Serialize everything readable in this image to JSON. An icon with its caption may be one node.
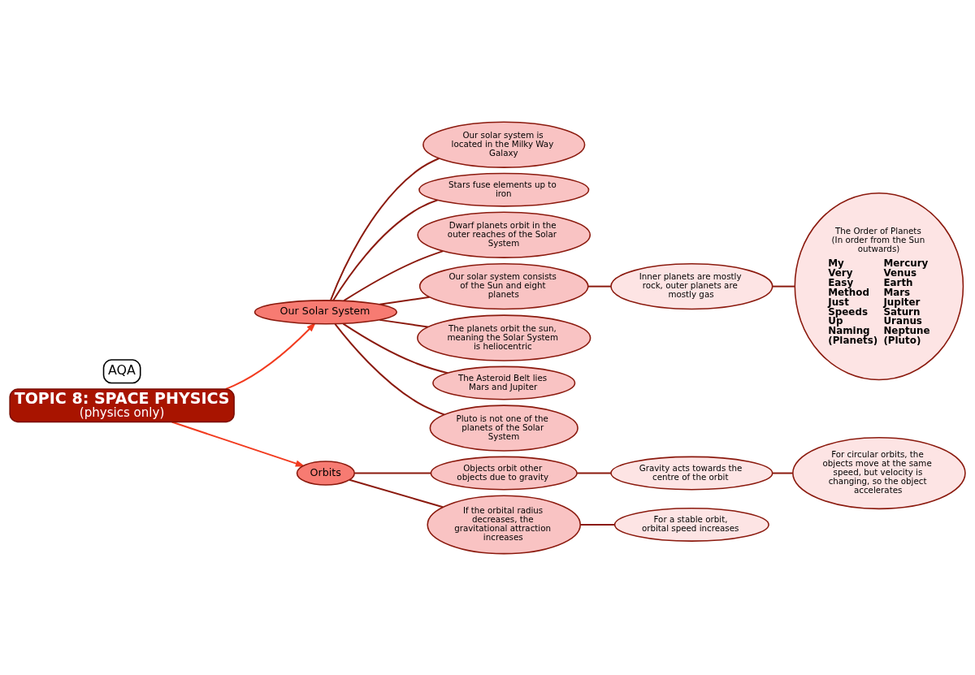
{
  "diagram": {
    "nodes": [
      {
        "text": [
          "TOPIC 8: SPACE PHYSICS",
          "(physics only)"
        ]
      },
      {
        "text": [
          "Our Solar System"
        ]
      },
      {
        "text": [
          "Our solar system is located in the Milky Way Galaxy"
        ]
      },
      {
        "text": [
          "Stars fuse elements up to iron"
        ]
      },
      {
        "text": [
          "Dwarf planets orbit in the outer reaches of the Solar System"
        ]
      },
      {
        "text": [
          "Our solar system consists of the Sun and eight planets"
        ]
      },
      {
        "text": [
          "Inner planets are mostly rock, outer planets are mostly gas"
        ]
      },
      {
        "text": [
          "The Order of Planets (In order from the Sun outwards)",
          "My Very Easy Method Just Speeds Up Naming (Planets)",
          "Mercury Venus Earth Mars Jupiter Saturn Uranus Neptune (Pluto)"
        ]
      },
      {
        "text": [
          "The planets orbit the sun, meaning the Solar System is heliocentric"
        ]
      },
      {
        "text": [
          "The Asteroid Belt lies Mars and Jupiter"
        ]
      },
      {
        "text": [
          "Pluto is not one of the planets of the Solar System"
        ]
      },
      {
        "text": [
          "Orbits"
        ]
      },
      {
        "text": [
          "Objects orbit other objects due to gravity"
        ]
      },
      {
        "text": [
          "If the orbital radius decreases, the gravitational attraction increases"
        ]
      },
      {
        "text": [
          "For circular orbits, the objects move at the same speed, but velocity is changing, so the object accelerates"
        ]
      },
      {
        "text": [
          "Gravity acts towards the centre of the orbit"
        ]
      },
      {
        "text": [
          "For a stable orbit, orbital speed increases"
        ]
      },
      {
        "text": [
          "AQA"
        ]
      }
    ],
    "edges": [
      {
        "from": 0,
        "to": 1,
        "arrow": "to",
        "color": "#f23b1f"
      },
      {
        "from": 1,
        "to": 2,
        "arrow": "none"
      },
      {
        "from": 1,
        "to": 3,
        "arrow": "none"
      },
      {
        "from": 1,
        "to": 4,
        "arrow": "none"
      },
      {
        "from": 1,
        "to": 5,
        "arrow": "none"
      },
      {
        "from": 5,
        "to": 6,
        "arrow": "none"
      },
      {
        "from": 6,
        "to": 7,
        "arrow": "none"
      },
      {
        "from": 1,
        "to": 8,
        "arrow": "none"
      },
      {
        "from": 1,
        "to": 9,
        "arrow": "none"
      },
      {
        "from": 1,
        "to": 10,
        "arrow": "none"
      },
      {
        "from": 0,
        "to": 11,
        "arrow": "to",
        "color": "#f23b1f"
      },
      {
        "from": 11,
        "to": 12,
        "arrow": "none"
      },
      {
        "from": 11,
        "to": 13,
        "arrow": "none"
      },
      {
        "from": 12,
        "to": 15,
        "arrow": "none"
      },
      {
        "from": 15,
        "to": 14,
        "arrow": "none"
      },
      {
        "from": 13,
        "to": 16,
        "arrow": "none"
      }
    ]
  }
}
